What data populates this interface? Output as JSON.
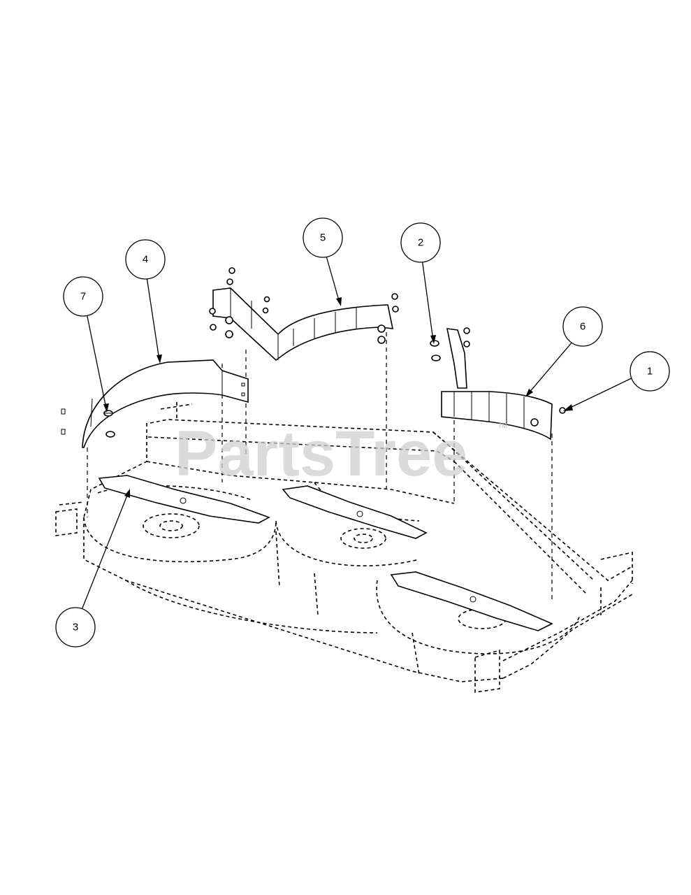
{
  "watermark": {
    "text": "PartsTree",
    "tm": "TM"
  },
  "callouts": [
    {
      "id": "1",
      "label": "1"
    },
    {
      "id": "2",
      "label": "2"
    },
    {
      "id": "3",
      "label": "3"
    },
    {
      "id": "4",
      "label": "4"
    },
    {
      "id": "5",
      "label": "5"
    },
    {
      "id": "6",
      "label": "6"
    },
    {
      "id": "7",
      "label": "7"
    }
  ]
}
